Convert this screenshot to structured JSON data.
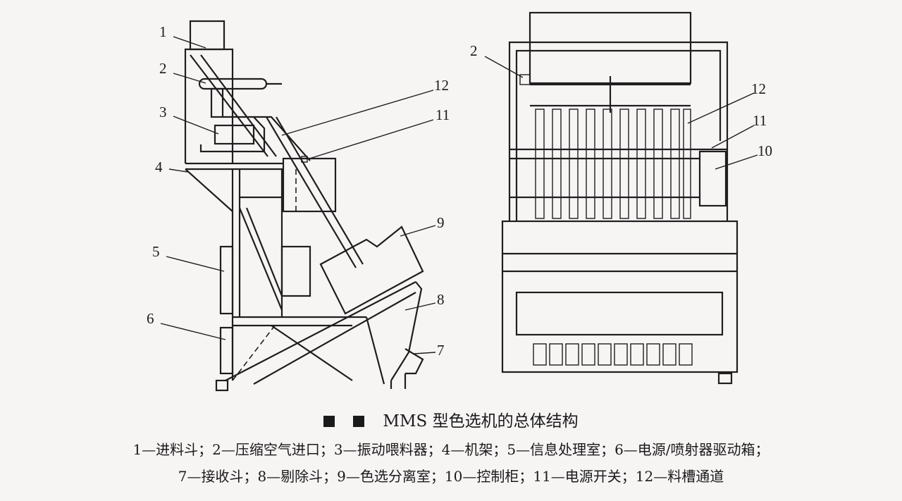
{
  "figure": {
    "title": "MMS 型色选机的总体结构",
    "legend_line1": "1—进料斗；2—压缩空气进口；3—振动喂料器；4—机架；5—信息处理室；6—电源/喷射器驱动箱；",
    "legend_line2": "7—接收斗；8—剔除斗；9—色选分离室；10—控制柜；11—电源开关；12—料槽通道"
  },
  "side_view_labels": [
    "1",
    "2",
    "3",
    "4",
    "5",
    "6",
    "12",
    "11",
    "9",
    "8",
    "7"
  ],
  "front_view_labels": [
    "2",
    "12",
    "11",
    "10"
  ]
}
